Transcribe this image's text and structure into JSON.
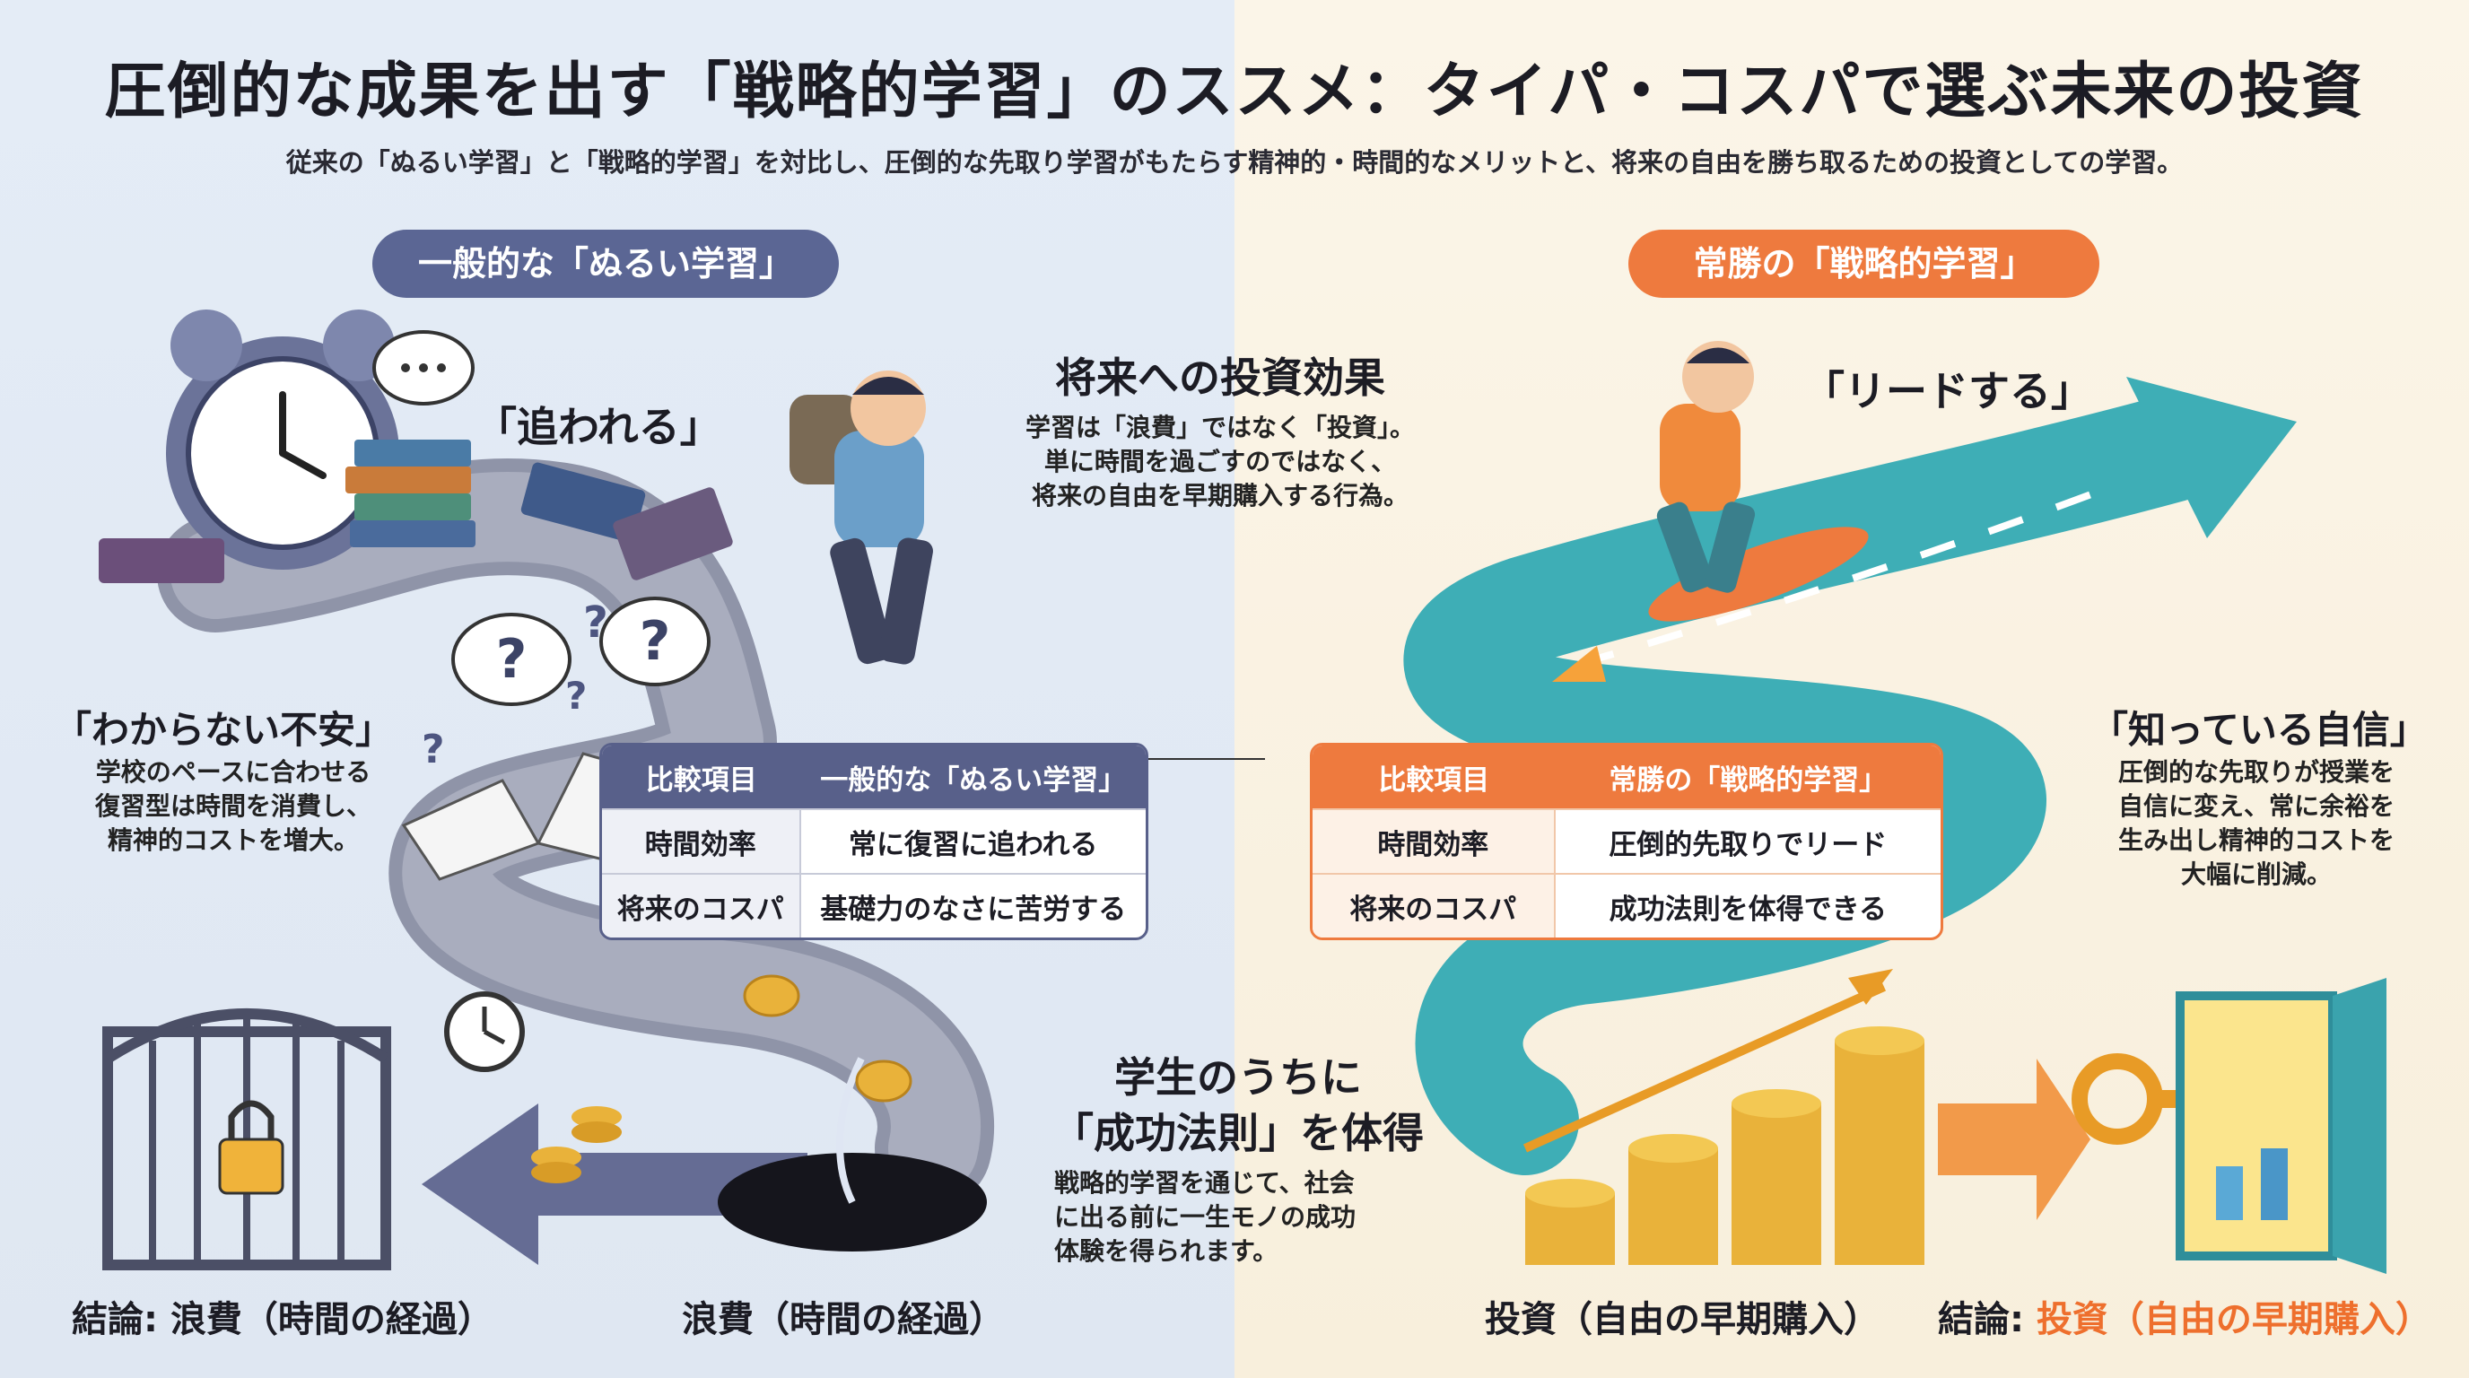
{
  "title": "圧倒的な成果を出す「戦略的学習」のススメ：タイパ・コスパで選ぶ未来の投資",
  "subtitle": "従来の「ぬるい学習」と「戦略的学習」を対比し、圧倒的な先取り学習がもたらす精神的・時間的なメリットと、将来の自由を勝ち取るための投資としての学習。",
  "left": {
    "pill": "一般的な「ぬるい学習」",
    "chased": "「追われる」",
    "anxiety_head": "「わからない不安」",
    "anxiety_body": [
      "学校のペースに合わせる",
      "復習型は時間を消費し、",
      "精神的コストを増大。"
    ],
    "table": {
      "headers": [
        "比較項目",
        "一般的な「ぬるい学習」"
      ],
      "rows": [
        [
          "時間効率",
          "常に復習に追われる"
        ],
        [
          "将来のコスパ",
          "基礎力のなさに苦労する"
        ]
      ]
    },
    "waste_label": "浪費（時間の経過）",
    "conclusion_prefix": "結論:",
    "conclusion_value": "浪費（時間の経過）"
  },
  "center": {
    "invest_head": "将来への投資効果",
    "invest_body": [
      "学習は「浪費」ではなく「投資」。",
      "単に時間を過ごすのではなく、",
      "将来の自由を早期購入する行為。"
    ],
    "success_head": [
      "学生のうちに",
      "「成功法則」を体得"
    ],
    "success_body": [
      "戦略的学習を通じて、社会",
      "に出る前に一生モノの成功",
      "体験を得られます。"
    ]
  },
  "right": {
    "pill": "常勝の「戦略的学習」",
    "lead": "「リードする」",
    "confidence_head": "「知っている自信」",
    "confidence_body": [
      "圧倒的な先取りが授業を",
      "自信に変え、常に余裕を",
      "生み出し精神的コストを",
      "大幅に削減。"
    ],
    "table": {
      "headers": [
        "比較項目",
        "常勝の「戦略的学習」"
      ],
      "rows": [
        [
          "時間効率",
          "圧倒的先取りでリード"
        ],
        [
          "将来のコスパ",
          "成功法則を体得できる"
        ]
      ]
    },
    "invest_label": "投資（自由の早期購入）",
    "conclusion_prefix": "結論:",
    "conclusion_value": "投資（自由の早期購入）"
  },
  "colors": {
    "left_accent": "#5b6694",
    "right_accent": "#ee7a3e",
    "road_gray": "#8f94a8",
    "road_teal": "#3eaeb6",
    "coin_gold": "#e9b23a"
  },
  "icons": [
    "alarm-clock-icon",
    "books-icon",
    "student-with-backpack-icon",
    "question-bubble-icon",
    "locked-gate-icon",
    "small-clock-icon",
    "coins-icon",
    "hole-icon",
    "left-arrow-icon",
    "surfer-on-rocket-icon",
    "teal-road-arrow-icon",
    "coin-stacks-icon",
    "key-icon",
    "open-door-icon",
    "right-arrow-icon"
  ]
}
